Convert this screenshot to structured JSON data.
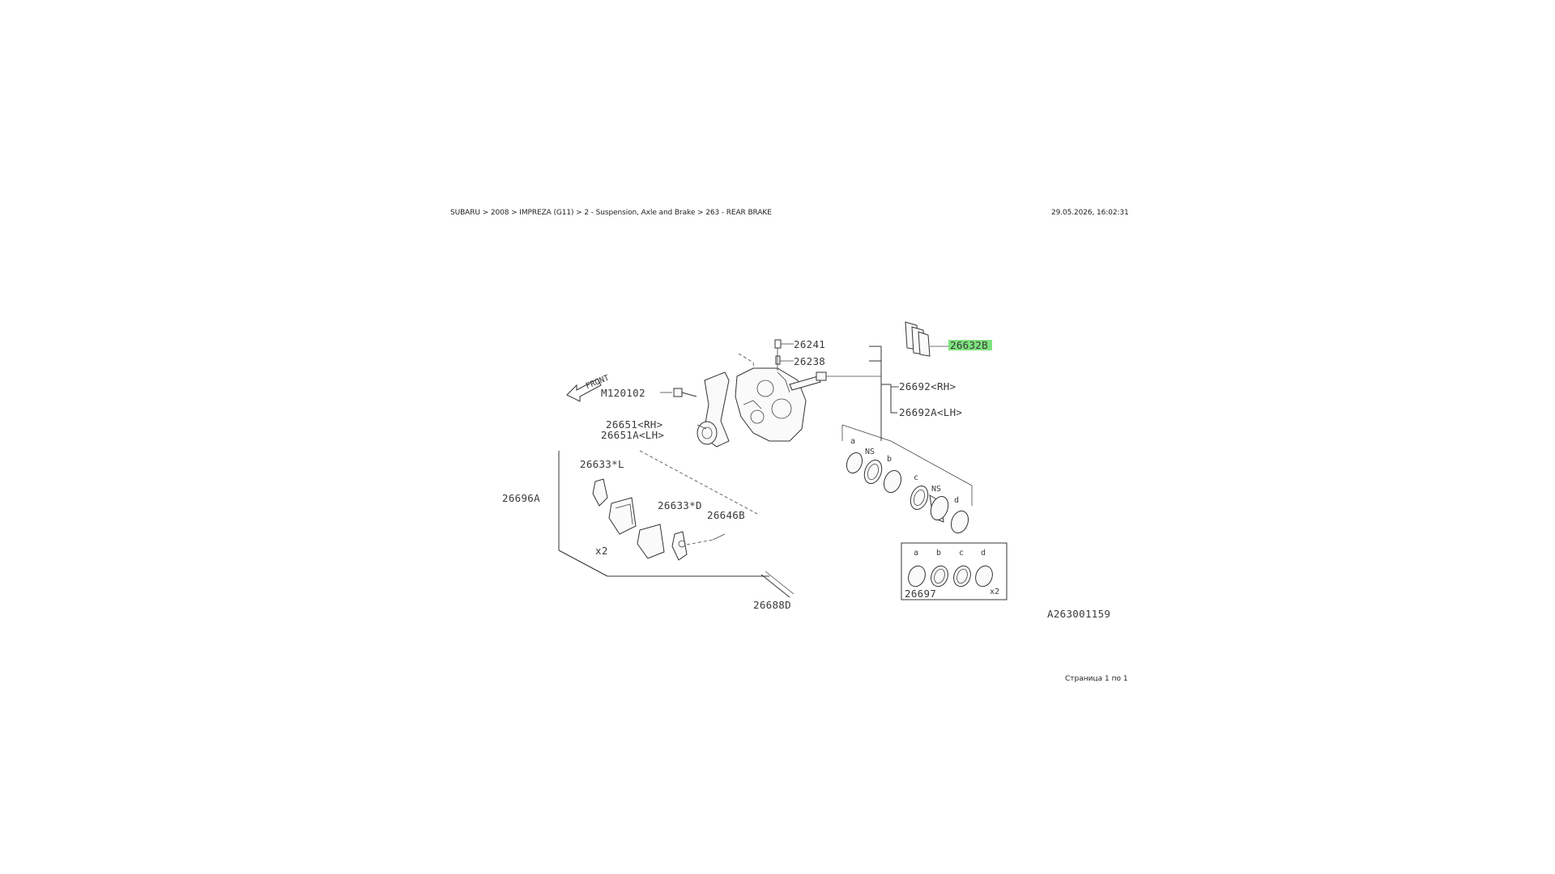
{
  "header": {
    "breadcrumb": "SUBARU > 2008 > IMPREZA (G11) > 2 - Suspension, Axle and Brake > 263 - REAR BRAKE",
    "timestamp": "29.05.2026, 16:02:31"
  },
  "footer": {
    "page_info": "Страница 1 по 1"
  },
  "diagram": {
    "front_label": "FRONT",
    "image_code": "A263001159",
    "highlight_color": "#7ee27e",
    "parts": {
      "p26241": "26241",
      "p26238": "26238",
      "p26632B": "26632B",
      "p26692rh": "26692<RH>",
      "p26692alh": "26692A<LH>",
      "pM120102": "M120102",
      "p26651rh": "26651<RH>",
      "p26651alh": "26651A<LH>",
      "p26633L": "26633*L",
      "p26696A": "26696A",
      "p26633D": "26633*D",
      "p26646B": "26646B",
      "p26688D": "26688D",
      "p26697": "26697"
    },
    "marks": {
      "ns1": "NS",
      "ns2": "NS",
      "a": "a",
      "b": "b",
      "c": "c",
      "d": "d",
      "x2_pads": "x2",
      "x2_kit": "x2",
      "kit_a": "a",
      "kit_b": "b",
      "kit_c": "c",
      "kit_d": "d"
    }
  }
}
